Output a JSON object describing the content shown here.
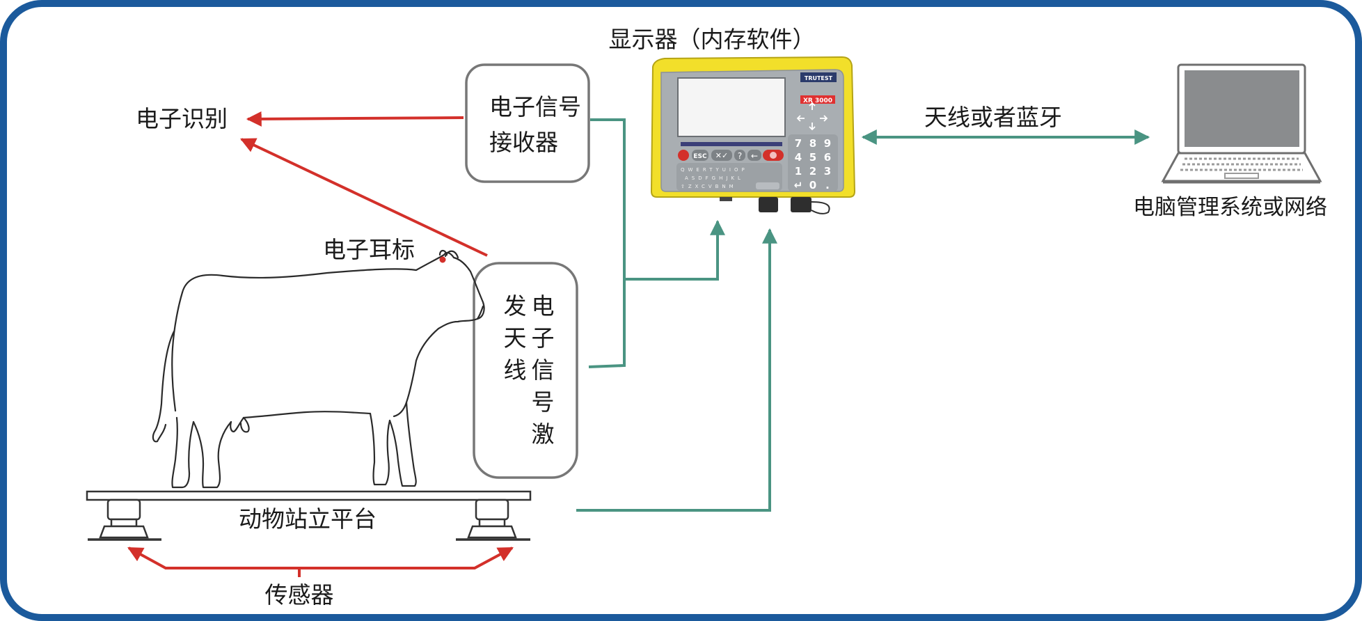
{
  "labels": {
    "display": "显示器（内存软件）",
    "electronic_id": "电子识别",
    "receiver_line1": "电子信号",
    "receiver_line2": "接收器",
    "ear_tag": "电子耳标",
    "antenna_col1": [
      "发",
      "天",
      "线"
    ],
    "antenna_col2": [
      "电",
      "子",
      "信",
      "号",
      "激"
    ],
    "wireless": "天线或者蓝牙",
    "computer": "电脑管理系统或网络",
    "platform": "动物站立平台",
    "sensor": "传感器"
  },
  "device": {
    "brand": "TRUTEST",
    "model": "XR 3000",
    "keypad_digits": [
      "7",
      "8",
      "9",
      "4",
      "5",
      "6",
      "1",
      "2",
      "3",
      "0",
      "."
    ],
    "function_keys": [
      "ESC",
      "?",
      "←"
    ]
  },
  "colors": {
    "frame": "#1b5a9c",
    "red_arrow": "#d3302a",
    "teal_arrow": "#4a9482",
    "device_yellow": "#f2df2a",
    "device_gray": "#a9aeb2",
    "screen_bg": "#f5f5f5",
    "box_border": "#777777"
  },
  "icons": [
    "cow-outline",
    "platform",
    "load-cell",
    "display-device",
    "laptop-icon",
    "ear-tag-dot"
  ]
}
